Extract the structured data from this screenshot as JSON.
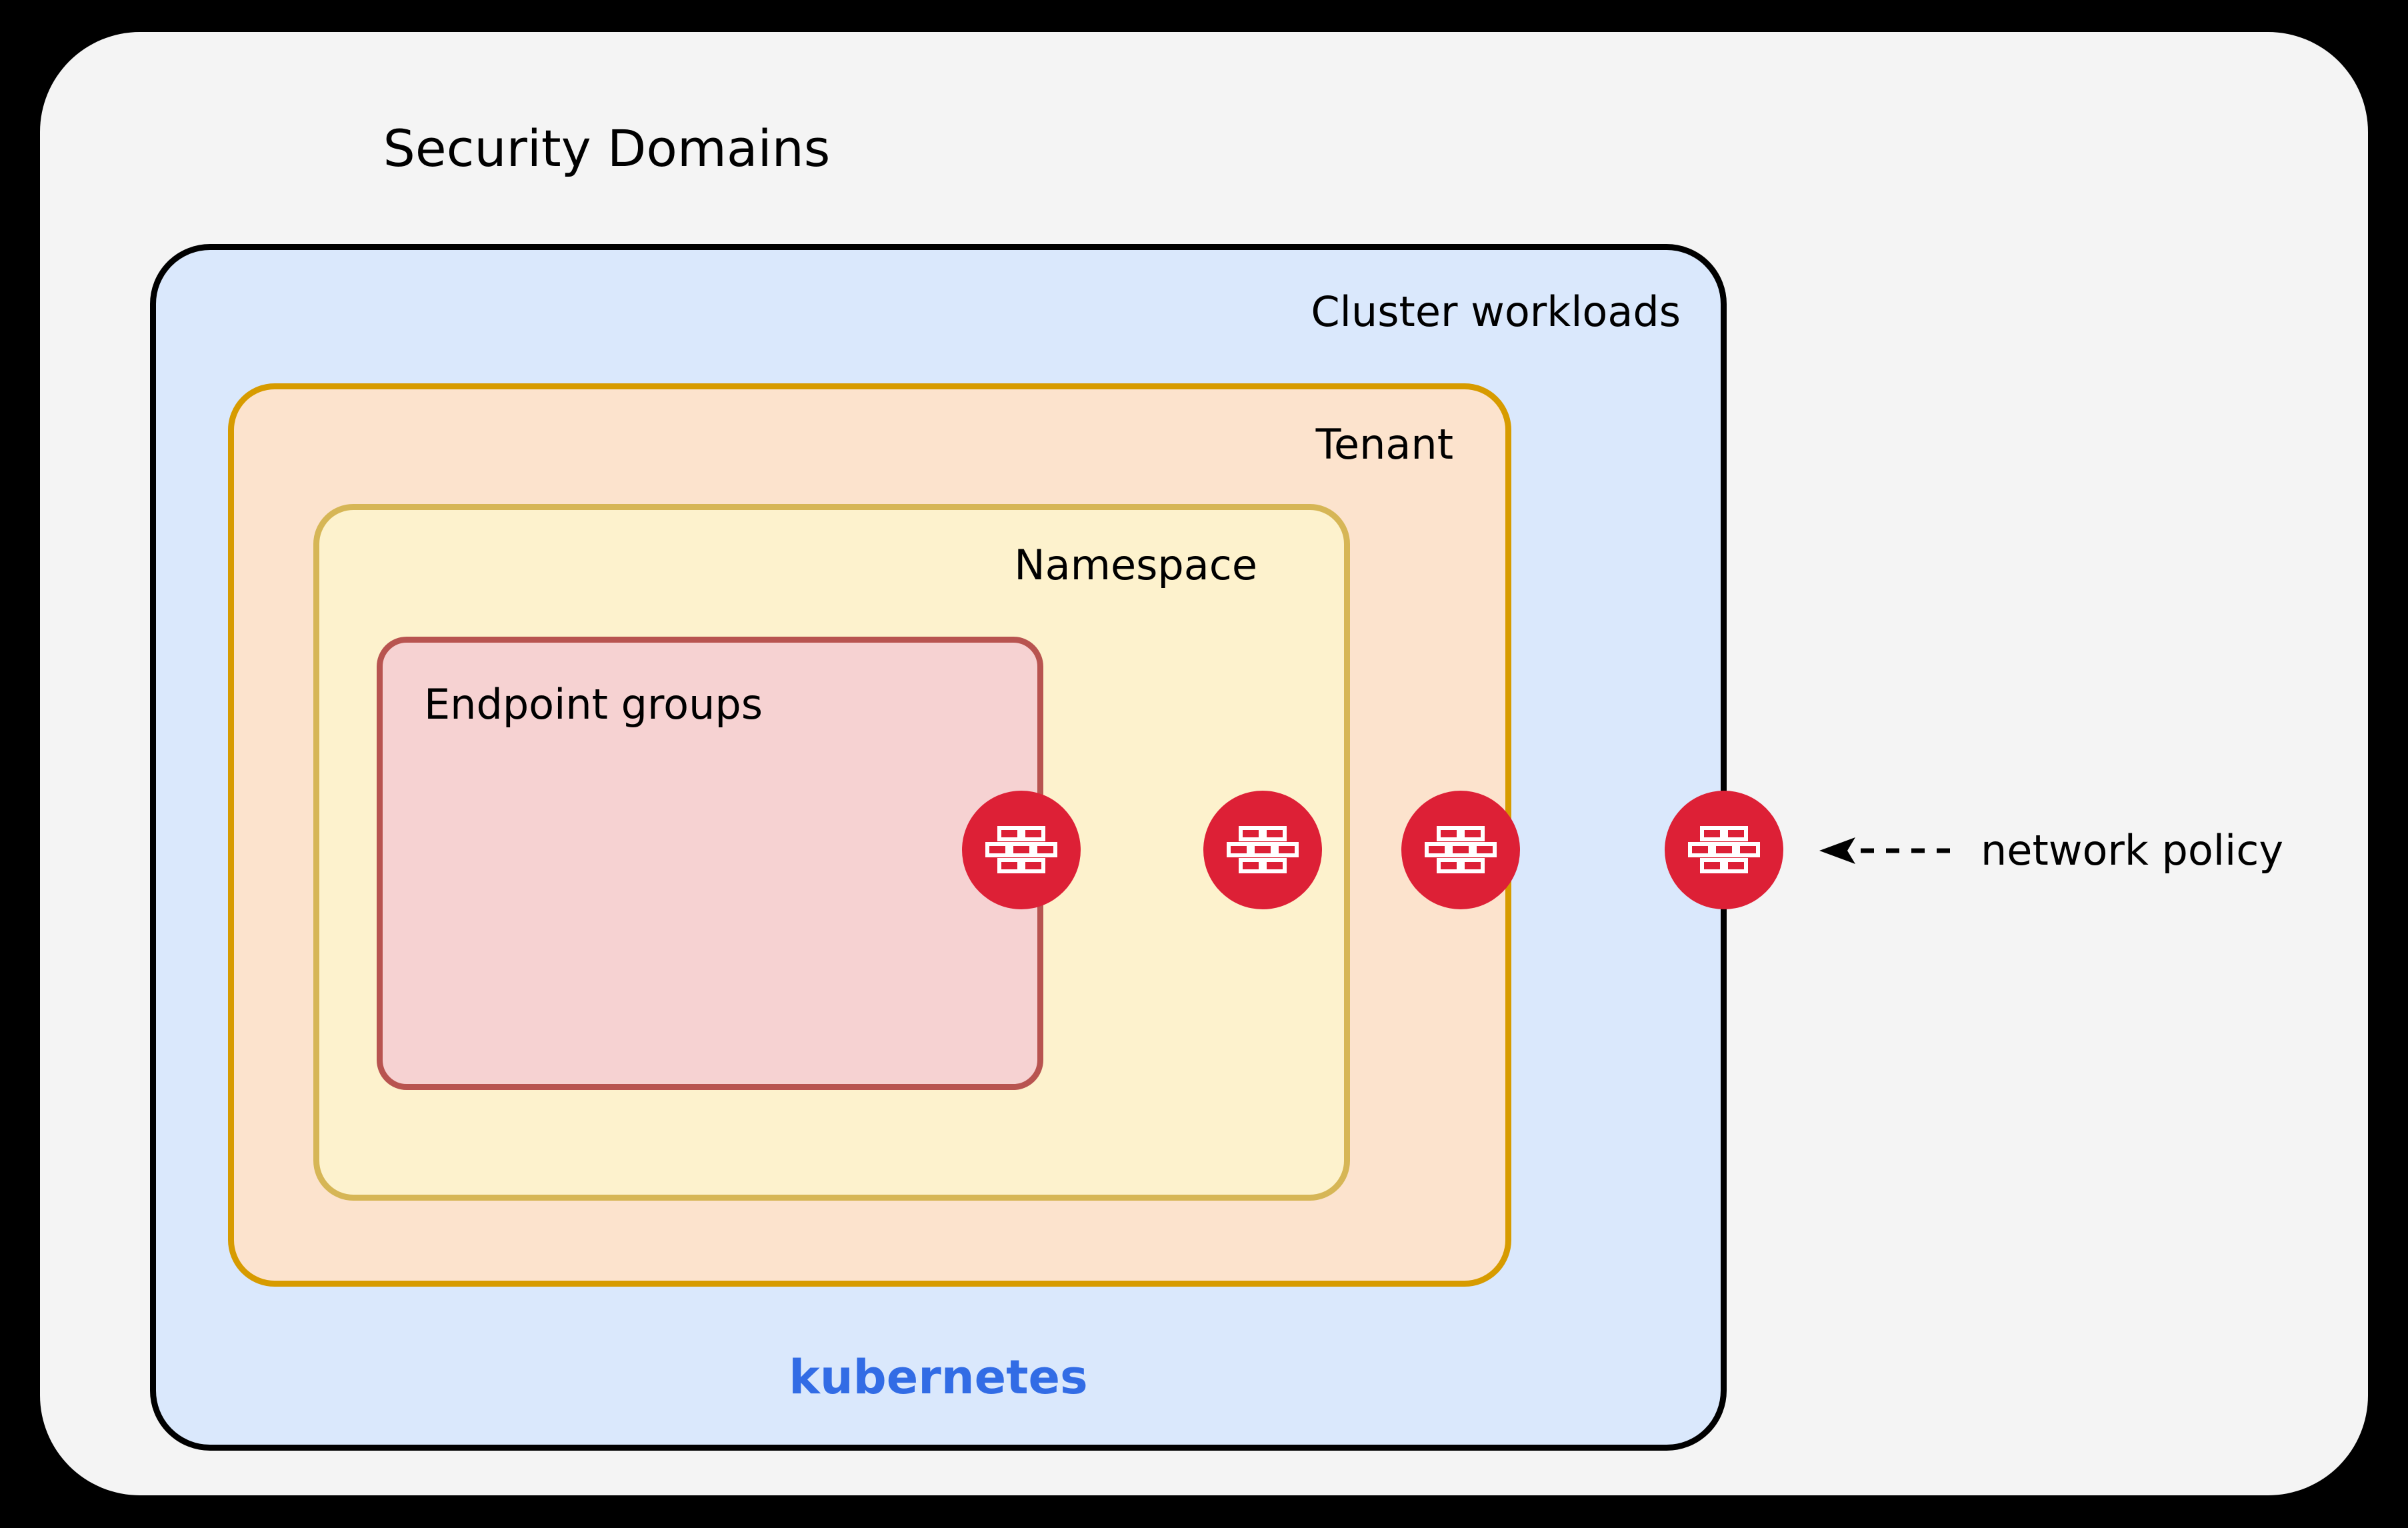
{
  "diagram": {
    "title": "Security Domains",
    "background_color": "#f4f4f4",
    "page_color": "#000000"
  },
  "boxes": {
    "cluster": {
      "label": "Cluster workloads",
      "fill": "#dae8fc",
      "stroke": "#000000"
    },
    "tenant": {
      "label": "Tenant",
      "fill": "#fce3cd",
      "stroke": "#d79b00"
    },
    "namespace": {
      "label": "Namespace",
      "fill": "#fdf2cd",
      "stroke": "#d6b656"
    },
    "endpoint_groups": {
      "label": "Endpoint groups",
      "fill": "#f6d2d2",
      "stroke": "#b85450"
    }
  },
  "brand": {
    "kubernetes_label": "kubernetes",
    "kubernetes_color": "#326ce5"
  },
  "annotation": {
    "policy_label": "network policy",
    "arrow_style": "dashed-left-arrow"
  },
  "firewall_nodes": [
    {
      "id": "fw-1",
      "icon": "firewall-brick-icon",
      "boundary": "endpoint-groups",
      "color": "#dd2036"
    },
    {
      "id": "fw-2",
      "icon": "firewall-brick-icon",
      "boundary": "namespace",
      "color": "#dd2036"
    },
    {
      "id": "fw-3",
      "icon": "firewall-brick-icon",
      "boundary": "tenant",
      "color": "#dd2036"
    },
    {
      "id": "fw-4",
      "icon": "firewall-brick-icon",
      "boundary": "cluster-workloads",
      "color": "#dd2036"
    }
  ]
}
